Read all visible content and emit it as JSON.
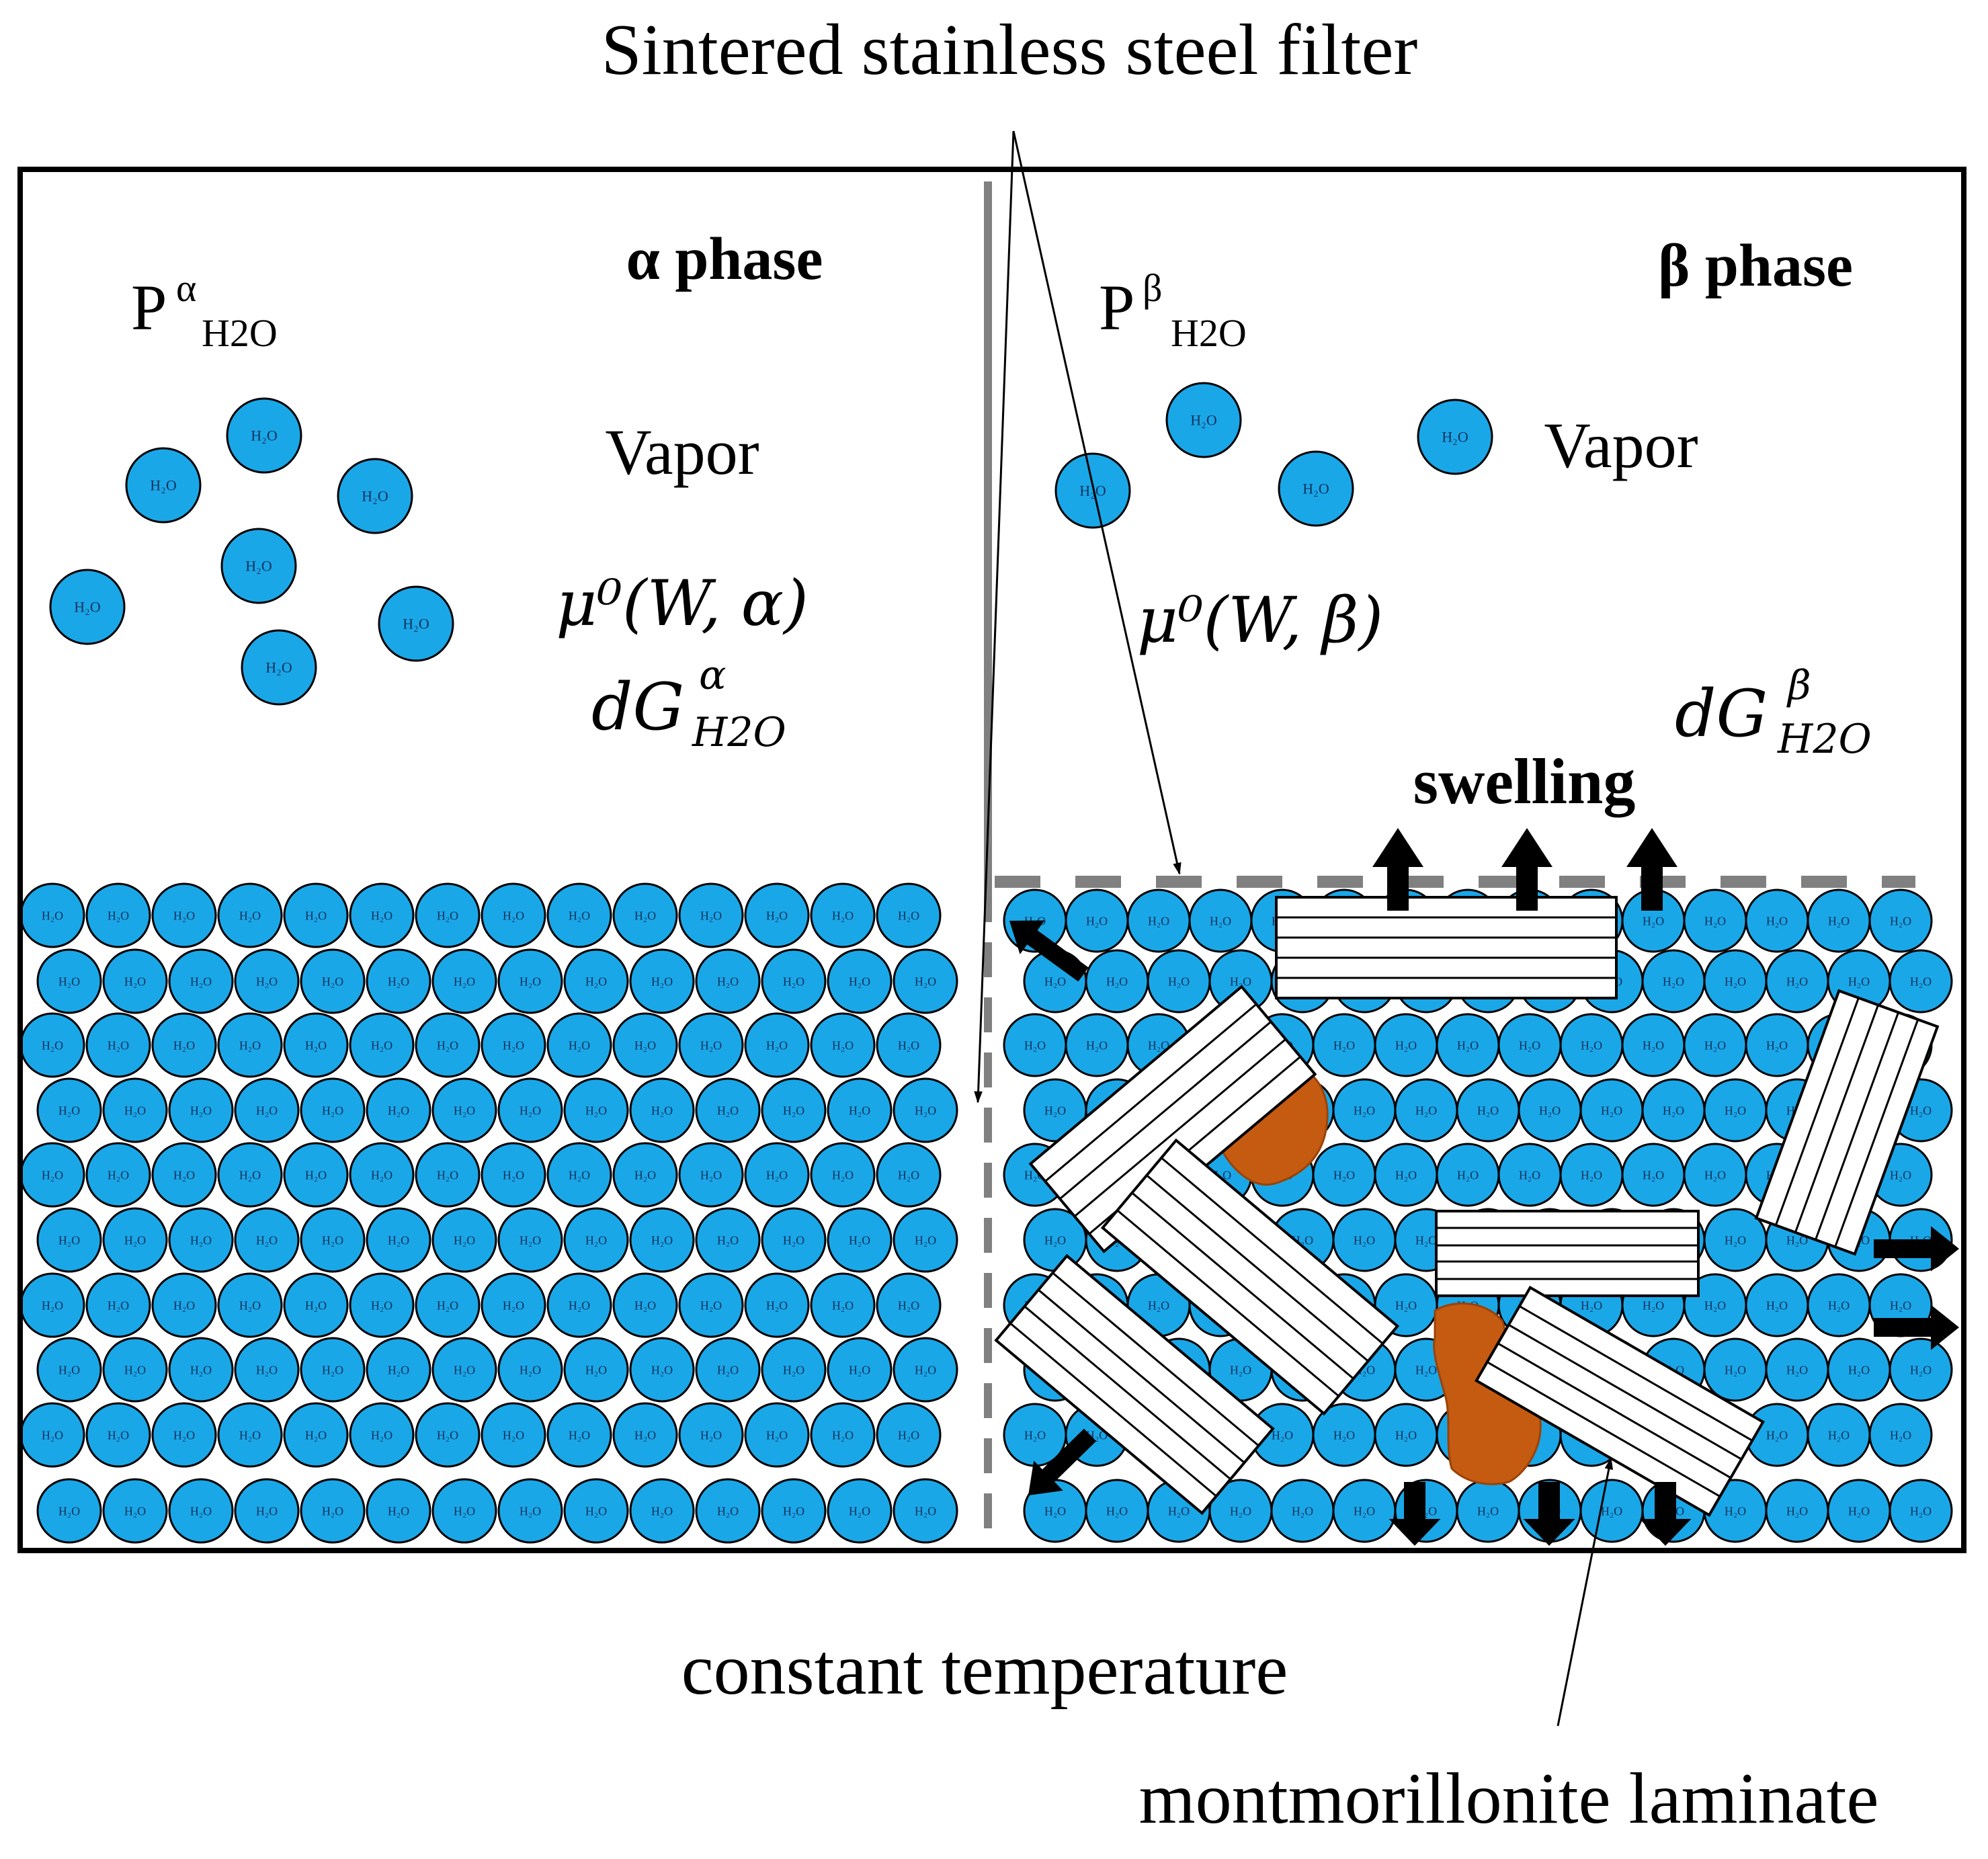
{
  "labels": {
    "filter": "Sintered stainless steel filter",
    "alpha_phase": "α phase",
    "beta_phase": "β phase",
    "pressure_base": "P",
    "alpha_sup": "α",
    "beta_sup": "β",
    "h2o_sub": "H2O",
    "vapor_left": "Vapor",
    "vapor_right": "Vapor",
    "mu_alpha": "μ⁰(W, α)",
    "mu_beta": "μ⁰(W, β)",
    "dG_base": "dG",
    "dG_alpha_sup": "α",
    "dG_beta_sup": "β",
    "dG_sub": "H2O",
    "swelling": "swelling",
    "temperature": "constant temperature",
    "laminate": "montmorillonite laminate",
    "molecule": "H₂O"
  },
  "colors": {
    "water": "#1aa7e8",
    "clay": "#c55a11",
    "filter": "#808080",
    "outline": "#000000",
    "laminate_fill": "#ffffff"
  },
  "icons": {
    "molecule": "water-molecule-icon",
    "arrow": "arrow-icon"
  }
}
